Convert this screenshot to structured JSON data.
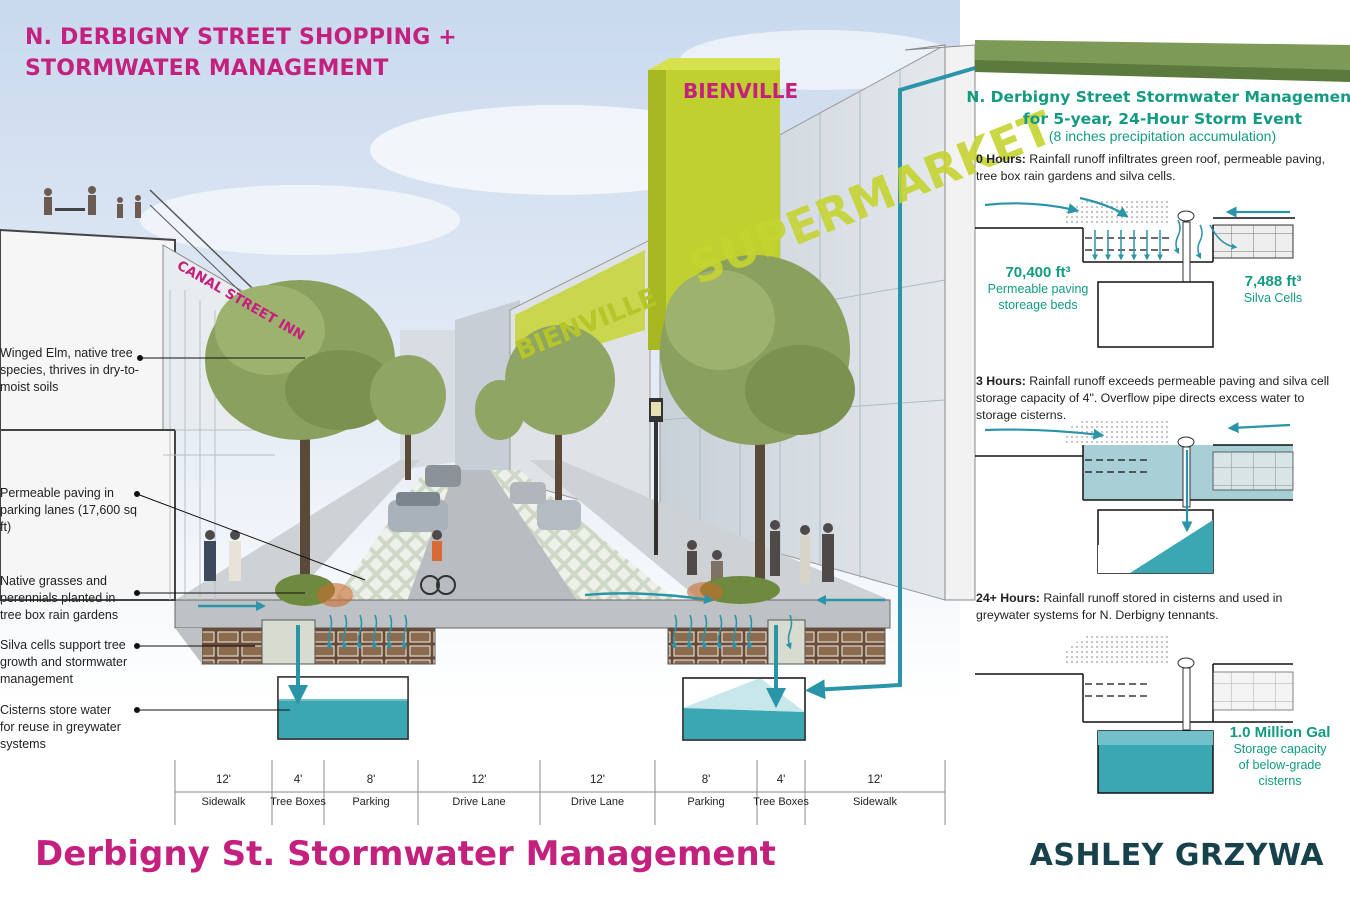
{
  "title_top": [
    "N. DERBIGNY STREET SHOPPING +",
    "STORMWATER MANAGEMENT"
  ],
  "title_bottom": "Derbigny St. Stormwater Management",
  "author": "ASHLEY GRZYWA",
  "signs": {
    "bienville_tower": "BIENVILLE",
    "supermarket": "SUPERMARKET",
    "bienville_facade": "BIENVILLE",
    "canal_street_inn": "CANAL STREET INN"
  },
  "left_labels": [
    [
      "Winged Elm, native tree",
      "species, thrives in dry-to-",
      "moist soils"
    ],
    [
      "Permeable paving in",
      "parking lanes (17,600 sq ft)"
    ],
    [
      "Native grasses and",
      "perennials planted in",
      "tree box rain gardens"
    ],
    [
      "Silva cells support tree",
      "growth and stormwater",
      "management"
    ],
    [
      "Cisterns store water",
      "for reuse in greywater",
      "systems"
    ]
  ],
  "panel": {
    "title": [
      "N. Derbigny Street Stormwater Management",
      "for 5-year, 24-Hour Storm Event"
    ],
    "subtitle": "(8 inches precipitation accumulation)",
    "stages": [
      {
        "head": "0 Hours:",
        "body": " Rainfall runoff infiltrates green roof, permeable paving, tree box rain gardens and silva cells."
      },
      {
        "head": "3 Hours:",
        "body": " Rainfall runoff exceeds permeable paving and silva cell storage capacity of 4\". Overflow pipe directs excess water to storage cisterns."
      },
      {
        "head": "24+ Hours:",
        "body": " Rainfall runoff stored in cisterns and used in greywater systems for N. Derbigny tennants."
      }
    ],
    "volumes": {
      "paving_value": "70,400 ft³",
      "paving_label": [
        "Permeable paving",
        "storeage beds"
      ],
      "silva_value": "7,488 ft³",
      "silva_label": "Silva Cells",
      "cistern_value": "1.0 Million Gal",
      "cistern_label": [
        "Storage capacity",
        "of  below-grade",
        "cisterns"
      ]
    }
  },
  "dimensions": [
    {
      "width": "12'",
      "name": "Sidewalk"
    },
    {
      "width": "4'",
      "name": "Tree Boxes"
    },
    {
      "width": "8'",
      "name": "Parking"
    },
    {
      "width": "12'",
      "name": "Drive Lane"
    },
    {
      "width": "12'",
      "name": "Drive Lane"
    },
    {
      "width": "8'",
      "name": "Parking"
    },
    {
      "width": "4'",
      "name": "Tree Boxes"
    },
    {
      "width": "12'",
      "name": "Sidewalk"
    }
  ],
  "colors": {
    "magenta": "#c4217f",
    "teal": "#2a94a8",
    "water": "#3aa7b3",
    "panel_green": "#129b80",
    "lime": "#b8cc2e",
    "author": "#17424c"
  }
}
